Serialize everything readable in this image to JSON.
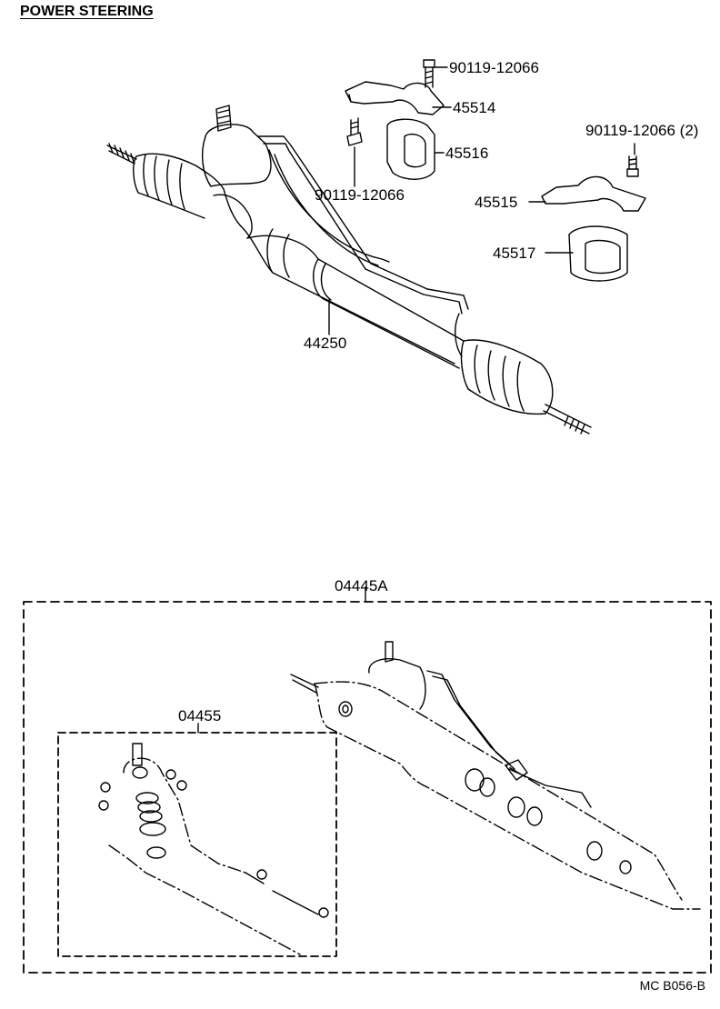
{
  "title": "POWER STEERING",
  "drawing_code": "MC B056-B",
  "parts": {
    "bolt_upper": "90119-12066",
    "clamp_upper": "45514",
    "bushing_upper": "45516",
    "bolt_mid": "90119-12066",
    "bolt_right": "90119-12066 (2)",
    "clamp_lower": "45515",
    "bushing_lower": "45517",
    "gear_assembly": "44250",
    "kit_outer": "04445A",
    "kit_inner": "04455"
  },
  "colors": {
    "ink": "#000000",
    "paper": "#ffffff"
  }
}
